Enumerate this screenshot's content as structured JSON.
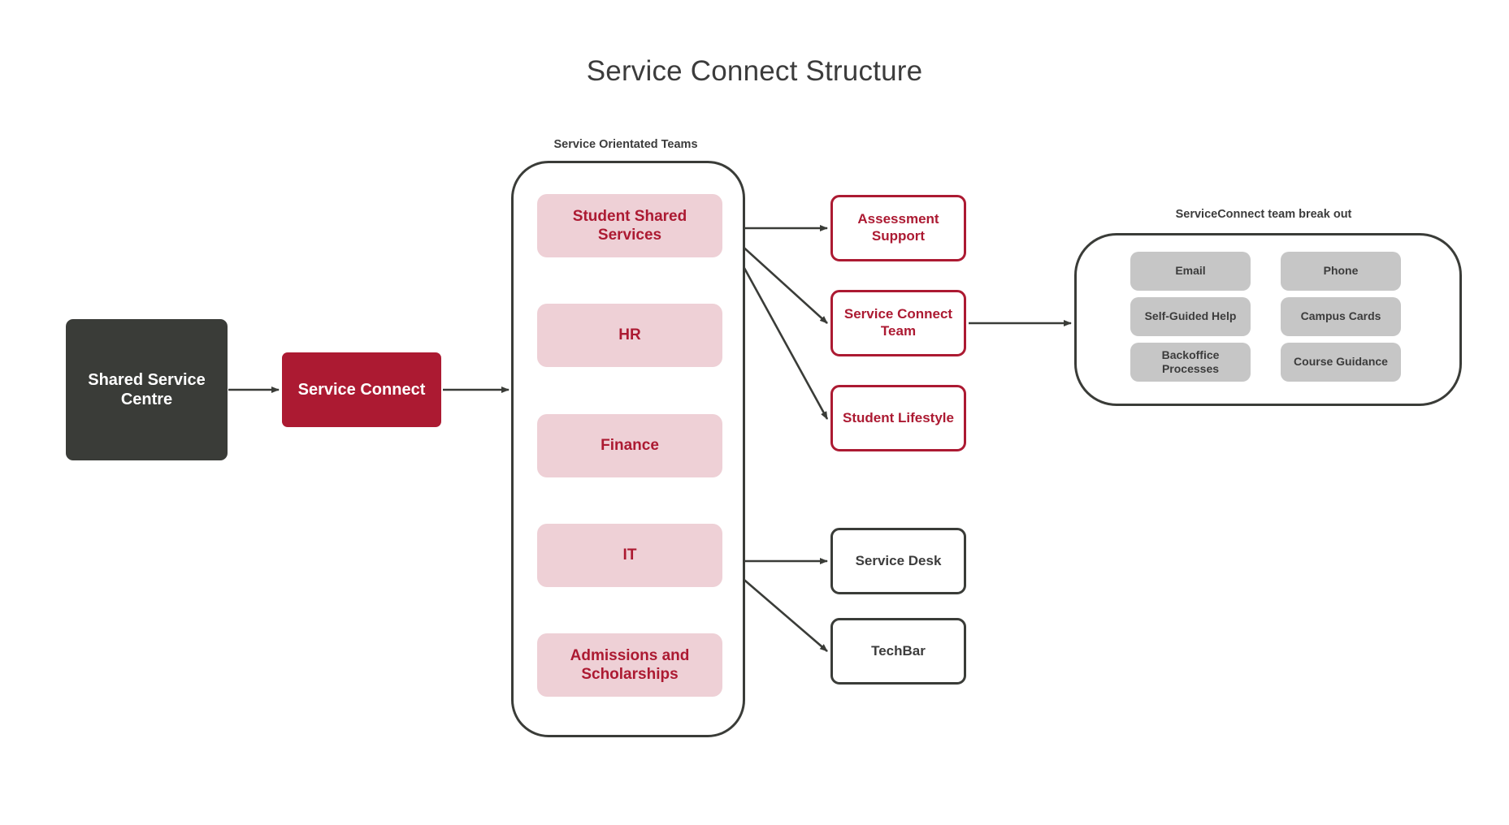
{
  "title": "Service Connect Structure",
  "colors": {
    "crimson": "#ac1a32",
    "pink": "#eed0d6",
    "dark": "#3a3c38",
    "grey": "#c6c6c6",
    "background": "#ffffff",
    "text_dark": "#3c3c3c",
    "text_light": "#ffffff"
  },
  "nodes": {
    "shared_service_centre": "Shared Service Centre",
    "service_connect": "Service Connect"
  },
  "service_orientated_teams": {
    "label": "Service Orientated Teams",
    "items": [
      {
        "label": "Student Shared Services"
      },
      {
        "label": "HR"
      },
      {
        "label": "Finance"
      },
      {
        "label": "IT"
      },
      {
        "label": "Admissions and Scholarships"
      }
    ]
  },
  "sub_teams": [
    {
      "label": "Assessment Support",
      "style": "red"
    },
    {
      "label": "Service Connect Team",
      "style": "red"
    },
    {
      "label": "Student Lifestyle",
      "style": "red"
    },
    {
      "label": "Service Desk",
      "style": "dark"
    },
    {
      "label": "TechBar",
      "style": "dark"
    }
  ],
  "breakout": {
    "label": "ServiceConnect team break out",
    "items": [
      {
        "label": "Email"
      },
      {
        "label": "Phone"
      },
      {
        "label": "Self-Guided Help"
      },
      {
        "label": "Campus Cards"
      },
      {
        "label": "Backoffice Processes"
      },
      {
        "label": "Course Guidance"
      }
    ]
  },
  "connections": [
    {
      "from": "Shared Service Centre",
      "to": "Service Connect"
    },
    {
      "from": "Service Connect",
      "to": "Service Orientated Teams"
    },
    {
      "from": "Student Shared Services",
      "to": "Assessment Support"
    },
    {
      "from": "Student Shared Services",
      "to": "Service Connect Team"
    },
    {
      "from": "Student Shared Services",
      "to": "Student Lifestyle"
    },
    {
      "from": "IT",
      "to": "Service Desk"
    },
    {
      "from": "IT",
      "to": "TechBar"
    },
    {
      "from": "Service Connect Team",
      "to": "ServiceConnect team break out"
    }
  ]
}
